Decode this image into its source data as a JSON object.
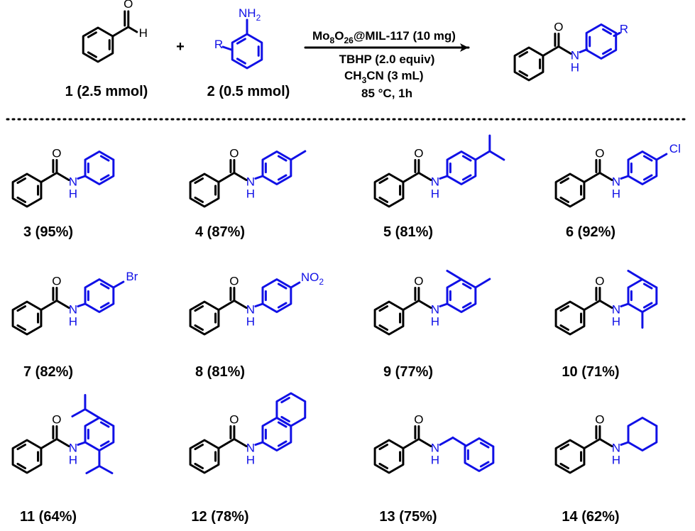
{
  "colors": {
    "bond": "#000000",
    "highlight": "#1010e6"
  },
  "reaction": {
    "reactant1": {
      "label": "1 (2.5 mmol)",
      "atoms": [
        "O",
        "H"
      ]
    },
    "plus": "+",
    "reactant2": {
      "label": "2 (0.5 mmol)",
      "atoms": [
        "NH",
        "2",
        "R"
      ]
    },
    "conditions": {
      "catalyst": [
        "Mo",
        "8",
        "O",
        "26",
        "@MIL-117 (10 mg)"
      ],
      "oxidant": "TBHP (2.0 equiv)",
      "solvent": [
        "CH",
        "3",
        "CN (3 mL)"
      ],
      "temp_time": "85 °C, 1h"
    },
    "product": {
      "atoms": [
        "O",
        "N",
        "H",
        "R"
      ]
    }
  },
  "products": [
    {
      "label": "3 (95%)",
      "substituent": "none"
    },
    {
      "label": "4 (87%)",
      "substituent": "4-methyl"
    },
    {
      "label": "5 (81%)",
      "substituent": "4-isopropyl"
    },
    {
      "label": "6 (92%)",
      "substituent": "Cl"
    },
    {
      "label": "7 (82%)",
      "substituent": "Br"
    },
    {
      "label": "8 (81%)",
      "substituent": [
        "NO",
        "2"
      ]
    },
    {
      "label": "9 (77%)",
      "substituent": "2,4-dimethyl"
    },
    {
      "label": "10 (71%)",
      "substituent": "2,6-dimethyl"
    },
    {
      "label": "11 (64%)",
      "substituent": "2,6-diisopropyl"
    },
    {
      "label": "12 (78%)",
      "substituent": "2-naphthyl"
    },
    {
      "label": "13 (75%)",
      "substituent": "benzyl"
    },
    {
      "label": "14 (62%)",
      "substituent": "cyclohexyl"
    }
  ],
  "atom_labels": {
    "O": "O",
    "N": "N",
    "H": "H"
  }
}
